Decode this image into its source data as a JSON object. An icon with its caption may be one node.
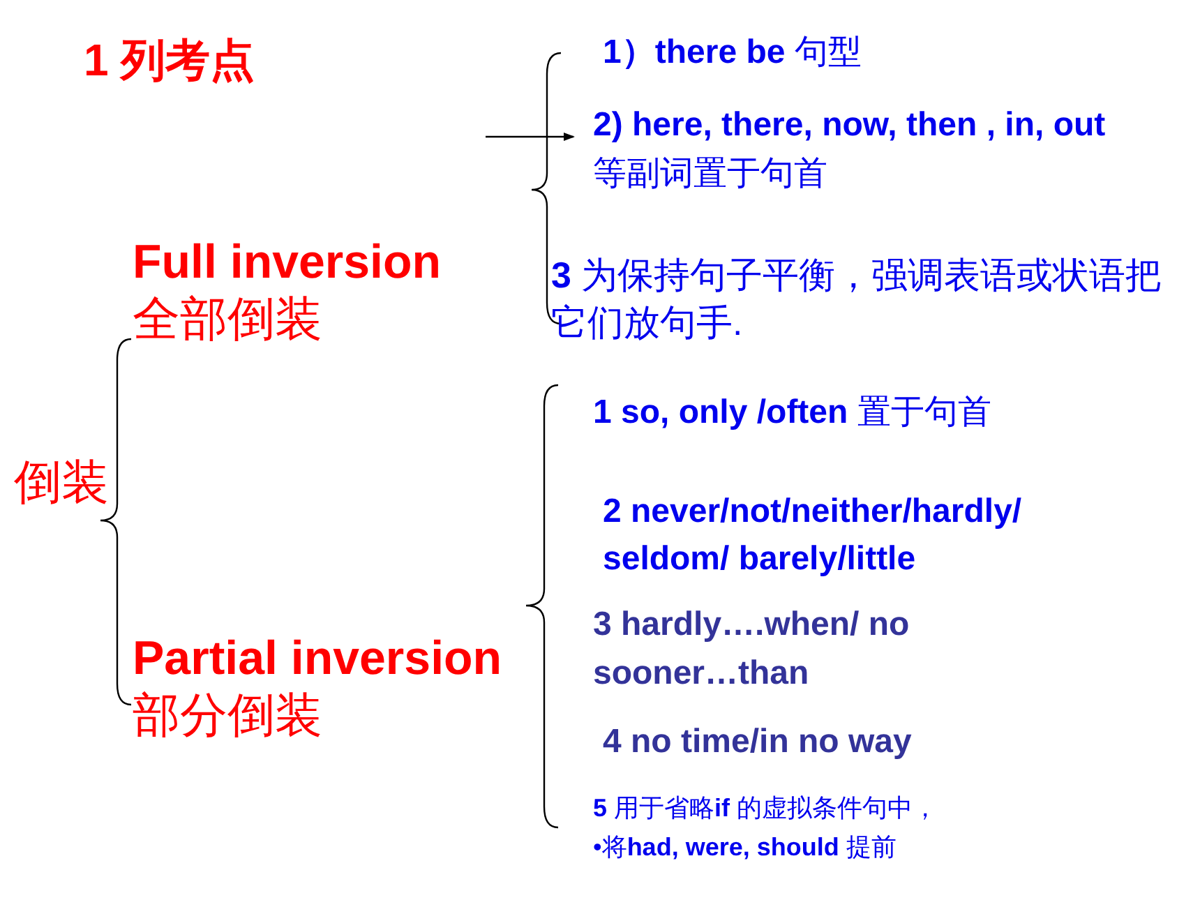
{
  "diagram": {
    "nodes": [
      {
        "text": [
          "倒装"
        ]
      },
      {
        "text": [
          "Full inversion",
          "全部倒装"
        ]
      },
      {
        "text": [
          "Partial inversion",
          "部分倒装"
        ]
      },
      {
        "text": [
          "**1）there be** 句型"
        ]
      },
      {
        "text": [
          "**2) here, there, now, then , in, out** 等副词置于句首"
        ]
      },
      {
        "text": [
          "**3** 为保持句子平衡，强调表语或状语把它们放句手."
        ]
      },
      {
        "text": [
          "**1 so, only /often** 置于句首"
        ]
      },
      {
        "text": [
          "2 never/not/neither/hardly/ seldom/ barely/little"
        ]
      },
      {
        "text": [
          "3 hardly….when/ no sooner…than"
        ]
      },
      {
        "text": [
          "4 no time/in no way"
        ]
      },
      {
        "text": [
          "**5** 用于省略**if** 的虚拟条件句中，",
          "•将**had, were, should** 提前"
        ]
      }
    ],
    "edges": [
      {
        "from": null,
        "to": 4,
        "arrow": "to"
      }
    ],
    "labels": [
      "1 列考点"
    ]
  }
}
